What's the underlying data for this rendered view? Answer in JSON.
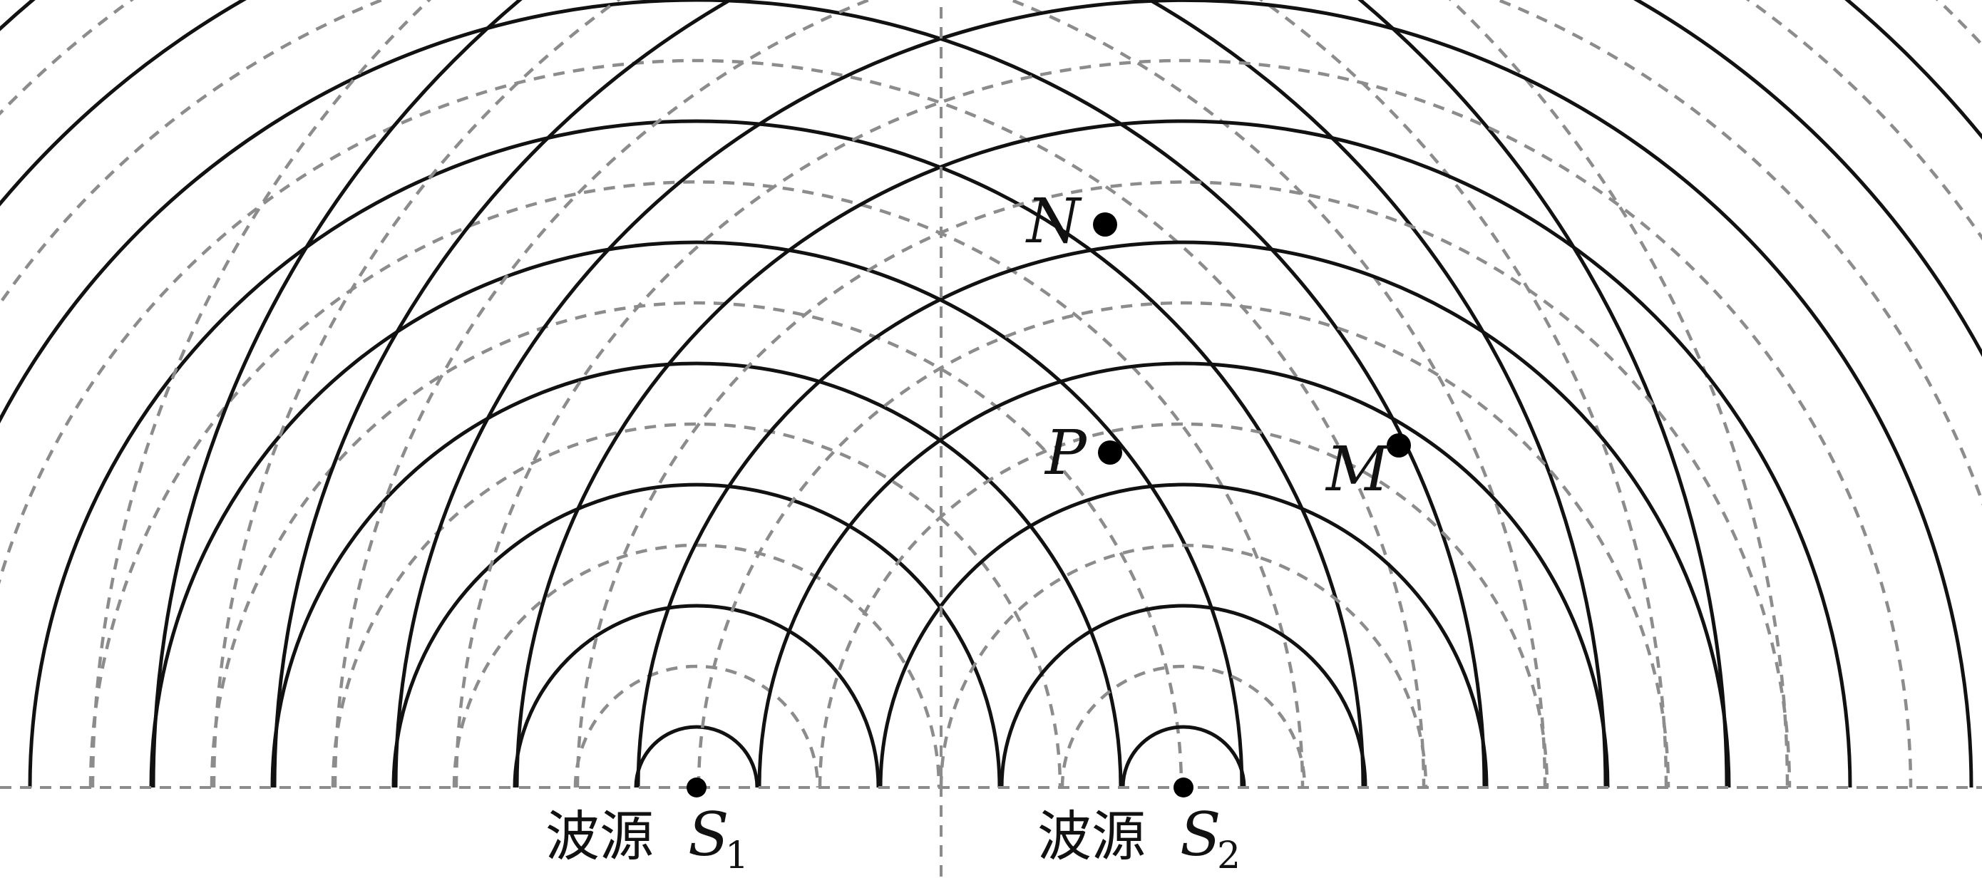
{
  "sources": [
    {
      "id": "S1",
      "prefix": "波源",
      "letter": "S",
      "sub": "1"
    },
    {
      "id": "S2",
      "prefix": "波源",
      "letter": "S",
      "sub": "2"
    }
  ],
  "points": [
    {
      "id": "N",
      "label": "N"
    },
    {
      "id": "P",
      "label": "P"
    },
    {
      "id": "M",
      "label": "M"
    }
  ],
  "wave": {
    "crest_line": "solid black",
    "trough_line": "dashed gray",
    "crest_color": "#111111",
    "trough_color": "#8c8c8c",
    "crest_count": 9,
    "trough_count": 9
  }
}
